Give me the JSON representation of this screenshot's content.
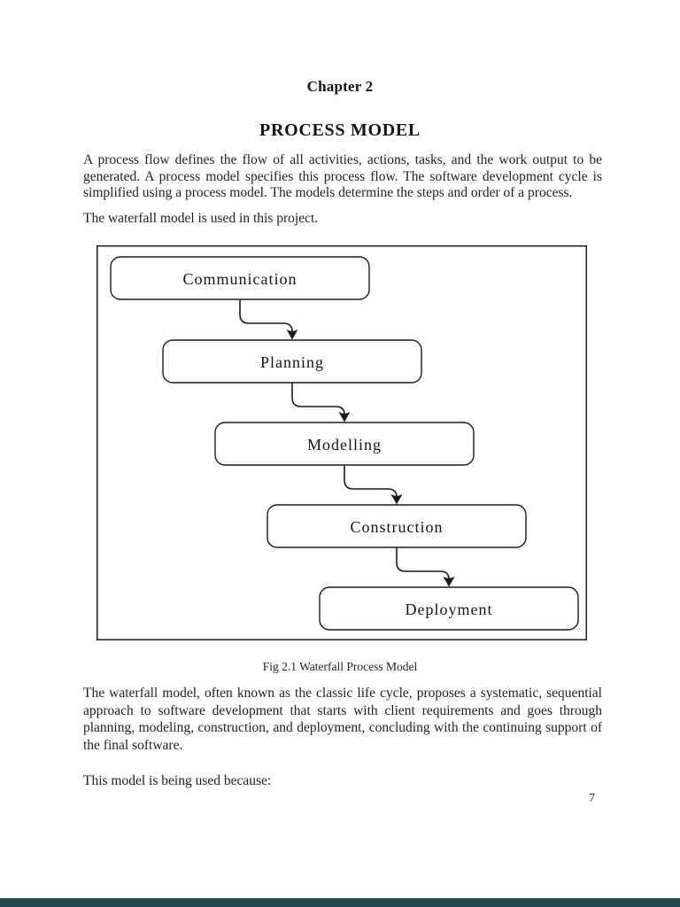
{
  "content": {
    "chapter_title": "Chapter 2",
    "section_title": "PROCESS MODEL",
    "paragraph_1": {
      "lines": [
        "A process flow defines the flow of all activities, actions, tasks, and the work output to be",
        "generated. A process model specifies this process flow. The software development cycle is",
        "simplified using a process model. The models determine the steps and order of a process."
      ]
    },
    "paragraph_2": "The waterfall model is used in this project.",
    "figure_caption": "Fig 2.1 Waterfall Process Model",
    "paragraph_3": {
      "lines": [
        "The waterfall model, often known as the classic life cycle, proposes a systematic, sequential",
        "approach to software development that starts with client requirements and goes through",
        "planning, modeling, construction, and deployment, concluding with the continuing support of",
        "the final software."
      ]
    },
    "paragraph_4": "This model is being used because:",
    "page_number": "7"
  },
  "figure": {
    "type": "flowchart",
    "title": "Waterfall Process Model",
    "nodes": [
      {
        "label": "Communication"
      },
      {
        "label": "Planning"
      },
      {
        "label": "Modelling"
      },
      {
        "label": "Construction"
      },
      {
        "label": "Deployment"
      }
    ],
    "edges": [
      [
        "Communication",
        "Planning"
      ],
      [
        "Planning",
        "Modelling"
      ],
      [
        "Modelling",
        "Construction"
      ],
      [
        "Construction",
        "Deployment"
      ]
    ]
  },
  "colors": {
    "page_background": "#ffffff",
    "text": "#1f1f1f",
    "diagram_stroke": "#1c1c1c",
    "footer_bar": "#1f4b4d"
  }
}
